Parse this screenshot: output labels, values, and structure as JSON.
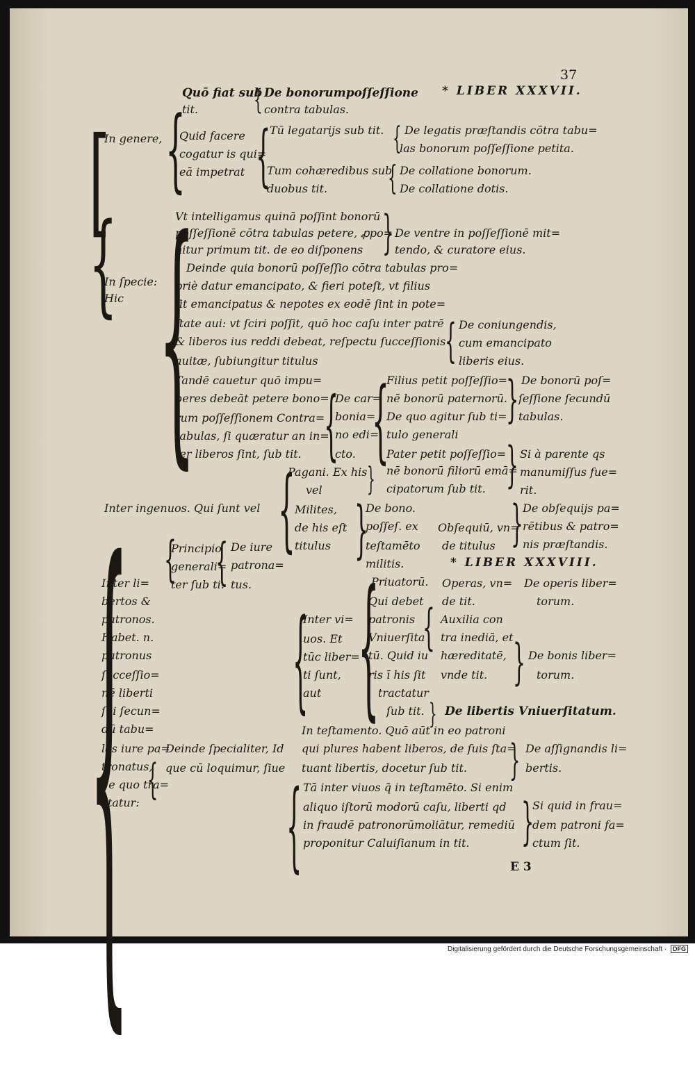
{
  "header": {
    "page_number": "37",
    "liber_37": "* LIBER XXXVII.",
    "liber_38": "* LIBER XXXVIII.",
    "signature": "E 3"
  },
  "lines": [
    "Quō fiat sub",
    "tit.",
    "De bonorumpoſſeſſione",
    "contra tabulas.",
    "In genere,",
    "Quid facere",
    "cogatur is qui=",
    "eā impetrat",
    "Tū legatarijs sub tit.",
    "Tum cohæredibus sub",
    "duobus tit.",
    "De legatis præſtandis cōtra tabu=",
    "las bonorum poſſeſſione petita.",
    "De collatione bonorum.",
    "De collatione dotis.",
    "Vt intelligamus quinā poſſint bonorū",
    "poſſeſſionē cōtra tabulas petere, ꝓpo=",
    "nitur primum tit. de eo diſponens",
    "De ventre in poſſeſſionē mit=",
    "tendo, & curatore eius.",
    "In ſpecie:",
    "Hic",
    "Deinde quia bonorū poſſeſſio cōtra tabulas pro=",
    "priè datur emancipato, & fieri poteſt, vt filius",
    "ſit emancipatus & nepotes ex eodē ſint in pote=",
    "ſtate aui: vt ſciri poſſit, quō hoc caſu inter patrē",
    "& liberos ius reddi debeat, reſpectu ſucceſſionis",
    "auitæ, ſubiungitur titulus",
    "De coniungendis,",
    "cum emancipato",
    "liberis eius.",
    "Tandē cauetur quō impu=",
    "beres debeāt petere bono=",
    "rum poſſeſſionem Contra=",
    "tabulas, ſi quæratur an in=",
    "ter liberos ſint, ſub tit.",
    "De car=",
    "bonia=",
    "no edi=",
    "cto.",
    "Filius petit poſſeſſio=",
    "nē bonorū paternorū.",
    "De quo agitur ſub ti=",
    "tulo generali",
    "De bonorū poſ=",
    "ſeſſione ſecundū",
    "tabulas.",
    "Pater petit poſſeſſio=",
    "nē bonorū filiorū emā=",
    "cipatorum ſub tit.",
    "Si à parente qs",
    "manumiſſus fue=",
    "rit.",
    "Pagani. Ex his",
    "vel",
    "Inter ingenuos. Qui ſunt vel",
    "Milites,",
    "de his eſt",
    "titulus",
    "De bono.",
    "poſſeſ. ex",
    "teſtamēto",
    "militis.",
    "Obſequiū, vn=",
    "de titulus",
    "De obſequijs pa=",
    "rētibus & patro=",
    "nis præſtandis.",
    "Principio",
    "generali=",
    "ter ſub ti.",
    "De iure",
    "patrona=",
    "tus.",
    "Inter li=",
    "bertos &",
    "patronos.",
    "Habet. n.",
    "patronus",
    "ſucceſſio=",
    "nē liberti",
    "ſui ſecun=",
    "dū tabu=",
    "las iure pa=",
    "tronatus,",
    "de quo tra=",
    "ctatur:",
    "Priuatorū.",
    "Qui debet",
    "patronis",
    "Vniuerſita",
    "tū. Quid iu",
    "ris ī his ſit",
    "tractatur",
    "ſub tit.",
    "Operas, vn=",
    "de tit.",
    "De operis liber=",
    "torum.",
    "Inter vi=",
    "uos. Et",
    "tūc liber=",
    "ti ſunt,",
    "aut",
    "Auxilia con",
    "tra inediā, et",
    "hæreditatē,",
    "vnde tit.",
    "De bonis liber=",
    "torum.",
    "De libertis Vniuerſitatum.",
    "In teſtamento. Quō aūt in eo patroni",
    "qui plures habent liberos, de ſuis ſta=",
    "tuant libertis, docetur ſub tit.",
    "De aſſignandis li=",
    "bertis.",
    "Deinde ſpecialiter, Id",
    "que cū loquimur, ſiue",
    "Tā inter viuos q̄ in teſtamēto. Si enim",
    "aliquo iſtorū modorū caſu, liberti qd",
    "in fraudē patronorūmoliātur, remediū",
    "proponitur Caluiſianum in tit.",
    "Si quid in frau=",
    "dem patroni fa=",
    "ctum ſit."
  ],
  "footer": {
    "credit": "Digitalisierung gefördert durch die Deutsche Forschungsgemeinschaft ·",
    "logo": "DFG"
  }
}
